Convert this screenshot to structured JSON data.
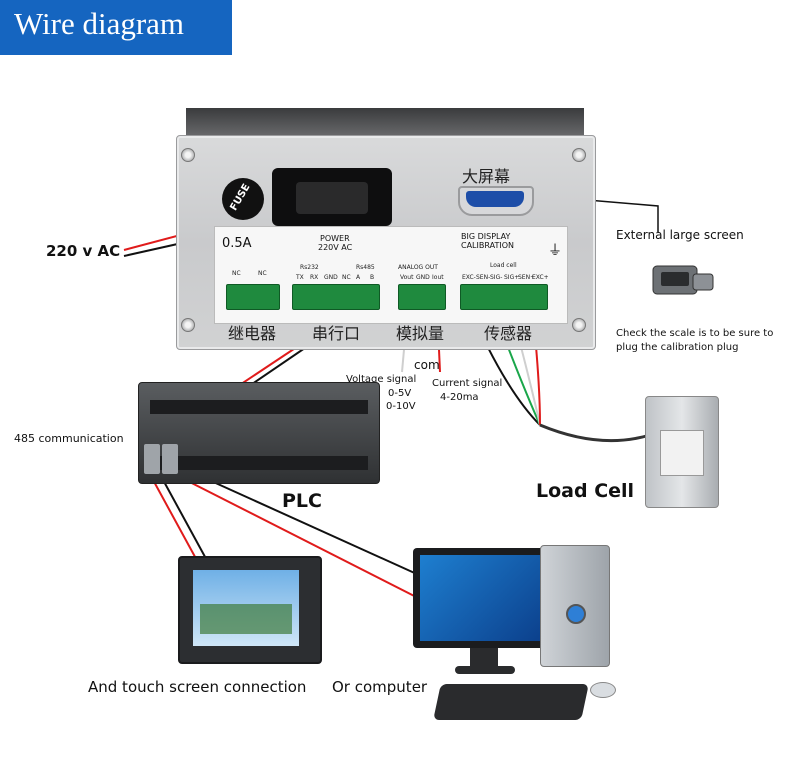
{
  "banner": {
    "title": "Wire diagram",
    "background": "#1565c0"
  },
  "device": {
    "fuse_rating": "0.5A",
    "fuse_label": "FUSE",
    "power_label": "POWER",
    "power_voltage": "220V AC",
    "big_display_label": "BIG DISPLAY",
    "calibration_label": "CALIBRATION",
    "screen_port_cn": "大屏幕",
    "relay_label": "继电器",
    "serial_label": "串行口",
    "analog_label": "模拟量",
    "sensor_label": "传感器",
    "rs232_label": "Rs232",
    "rs485_label": "Rs485",
    "analog_out_label": "ANALOG OUT",
    "load_cell_header": "Load cell",
    "relay_pins": [
      "NC",
      "NC"
    ],
    "serial_pins": [
      "TX",
      "RX",
      "GND",
      "NC",
      "A",
      "B"
    ],
    "analog_pins": [
      "Vout",
      "GND",
      "Iout"
    ],
    "sensor_pins": [
      "EXC-",
      "SEN-",
      "SIG-",
      "SIG+",
      "SEN+",
      "EXC+"
    ]
  },
  "labels": {
    "power_in": "220 v AC",
    "external_screen": "External large screen",
    "calibration_note_1": "Check the scale is to be sure to",
    "calibration_note_2": "plug the calibration plug",
    "com": "com",
    "voltage_signal": "Voltage signal",
    "voltage_range_1": "0-5V",
    "voltage_range_2": "0-10V",
    "current_signal": "Current signal",
    "current_range": "4-20ma",
    "rs485": "485 communication",
    "load_cell": "Load Cell",
    "plc": "PLC",
    "touch_screen": "And touch screen connection",
    "computer": "Or computer"
  },
  "colors": {
    "red_wire": "#e01b1b",
    "black_wire": "#111111",
    "green_wire": "#1aa64a",
    "terminal_green": "#1f8a3e"
  }
}
